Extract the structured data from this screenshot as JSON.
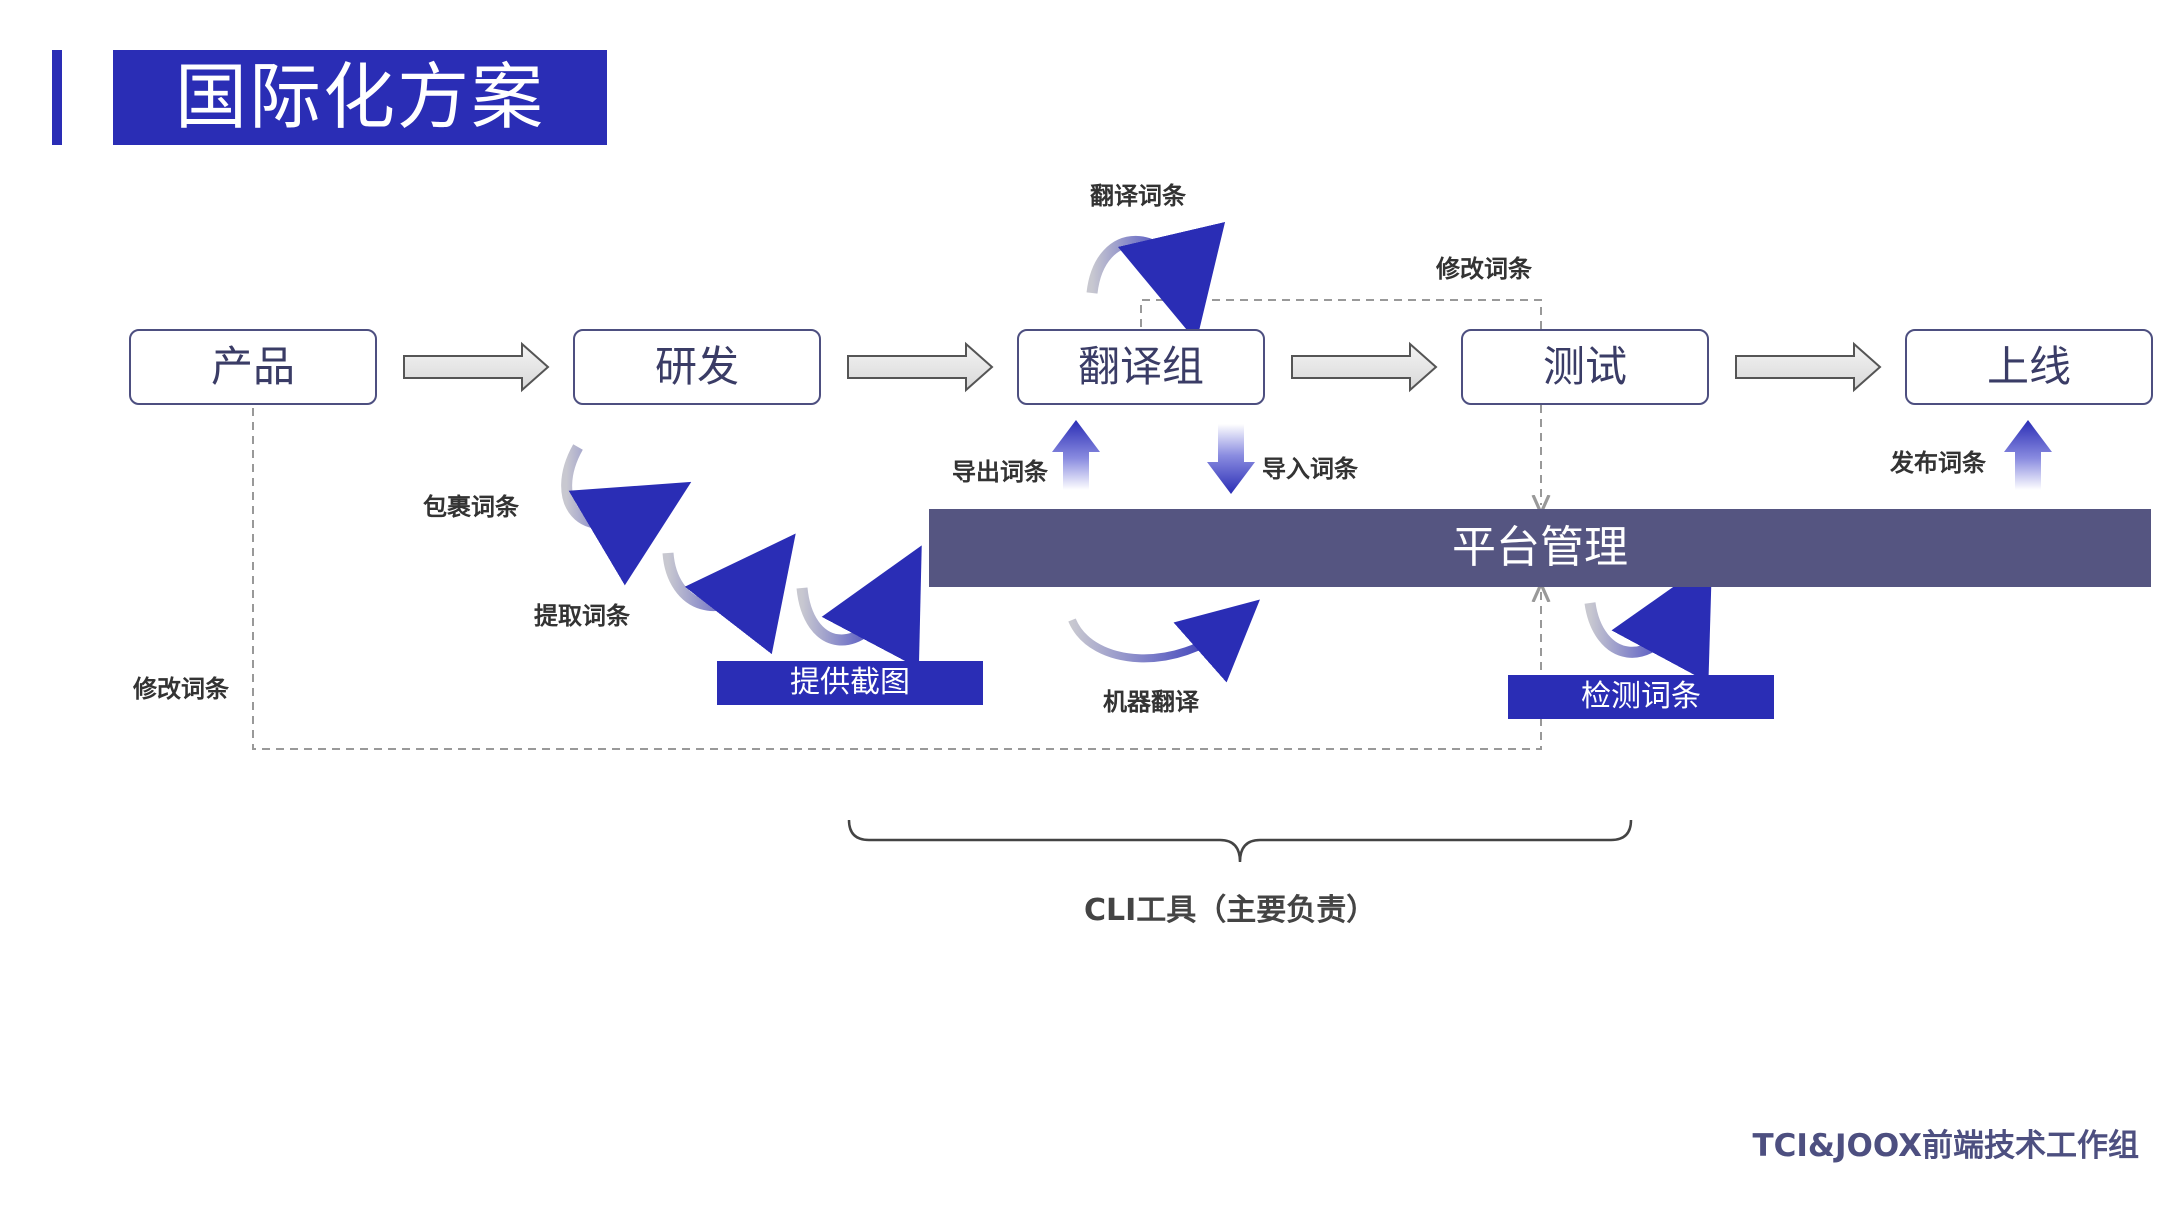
{
  "title": "国际化方案",
  "nodes": [
    {
      "id": "product",
      "label": "产品"
    },
    {
      "id": "dev",
      "label": "研发"
    },
    {
      "id": "translation",
      "label": "翻译组"
    },
    {
      "id": "test",
      "label": "测试"
    },
    {
      "id": "release",
      "label": "上线"
    }
  ],
  "platform": {
    "label": "平台管理"
  },
  "badges": {
    "screenshot": "提供截图",
    "detect": "检测词条"
  },
  "labels": {
    "translate_entries": "翻译词条",
    "modify_entries_top": "修改词条",
    "wrap_entries": "包裹词条",
    "extract_entries": "提取词条",
    "modify_entries_left": "修改词条",
    "export_entries": "导出词条",
    "import_entries": "导入词条",
    "machine_translate": "机器翻译",
    "publish_entries": "发布词条"
  },
  "cli_label": "CLI工具（主要负责）",
  "footer": "TCI&JOOX前端技术工作组",
  "colors": {
    "accent": "#2a2db5",
    "platform": "#555581",
    "node_border": "#4d4f80",
    "dashed": "#999999"
  },
  "icons": [
    "block-arrow-right-icon",
    "block-arrow-up-icon",
    "block-arrow-down-icon",
    "curved-arrow-icon",
    "curly-brace-icon"
  ]
}
